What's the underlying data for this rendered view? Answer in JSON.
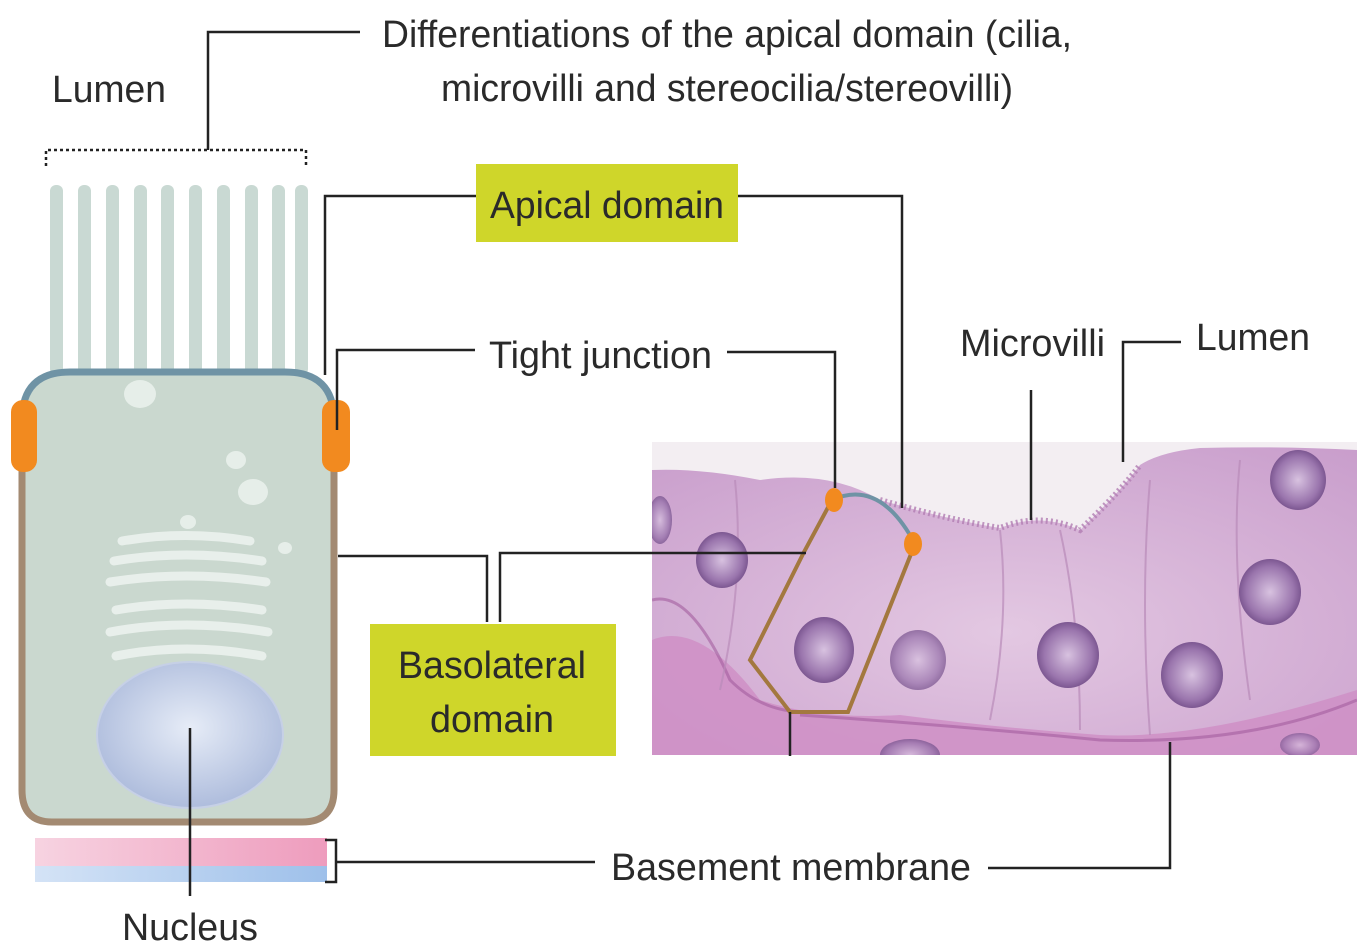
{
  "labels": {
    "differentiations_line1": "Differentiations of the apical domain (cilia,",
    "differentiations_line2": "microvilli and stereocilia/stereovilli)",
    "lumen_left": "Lumen",
    "apical_domain": "Apical domain",
    "tight_junction": "Tight junction",
    "microvilli": "Microvilli",
    "lumen_right": "Lumen",
    "basolateral_line1": "Basolateral",
    "basolateral_line2": "domain",
    "basement_membrane": "Basement membrane",
    "nucleus": "Nucleus"
  },
  "colors": {
    "label_box": "#cfd62a",
    "cell_fill": "#cad8cf",
    "apical_border": "#6f93a5",
    "basolateral_border": "#a38a72",
    "tight_junction": "#f28a1f",
    "cilia": "#c9d9d3",
    "nucleus": "#b6c4e0",
    "tissue": "#d7b5d8",
    "tissue_nucleus": "#8a5f9a",
    "basement_pink": "#f2a7c3",
    "basement_blue": "#aecdf0",
    "leader_line": "#222222"
  }
}
